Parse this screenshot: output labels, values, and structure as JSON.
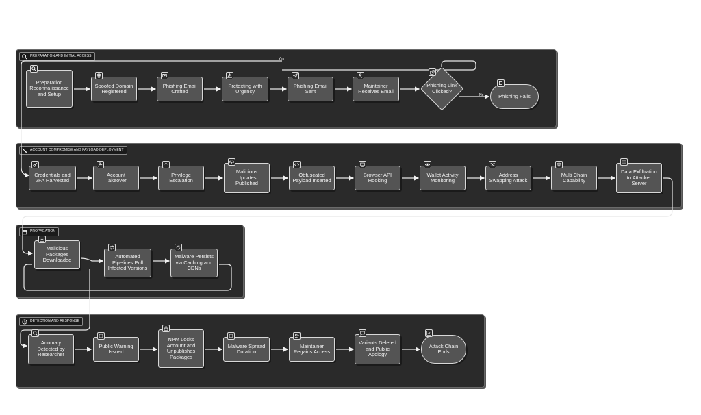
{
  "lanes": [
    {
      "title": "PREPARATION AND INITIAL ACCESS"
    },
    {
      "title": "ACCOUNT COMPROMISE AND PAYLOAD DEPLOYMENT"
    },
    {
      "title": "PROPAGATION"
    },
    {
      "title": "DETECTION AND RESPONSE"
    }
  ],
  "nodes": {
    "recon": "Preparation Reconna issance and Setup",
    "spoofed": "Spoofed Domain Registered",
    "crafted": "Phishing Email Crafted",
    "pretext": "Pretexting with Urgency",
    "sent": "Phishing Email Sent",
    "receives": "Maintainer Receives Email",
    "clicked": "Phishing Link Clicked?",
    "fails": "Phishing Fails",
    "creds": "Credentials and 2FA Harvested",
    "takeover": "Account Takeover",
    "escalation": "Privilege Escalation",
    "malicious_updates": "Malicious Updates Published",
    "obfuscated": "Obfuscated Payload Inserted",
    "hooking": "Browser API Hooking",
    "wallet": "Wallet Activity Monitoring",
    "swapping": "Address Swapping Attack",
    "multichain": "Multi Chain Capability",
    "exfil": "Data Exfiltration to Attacker Server",
    "downloaded": "Malicious Packages Downloaded",
    "pipelines": "Automated Pipelines Pull Infected Versions",
    "persists": "Malware Persists via Caching and CDNs",
    "anomaly": "Anomaly Detected by Researcher",
    "warning": "Public Warning Issued",
    "npm": "NPM Locks Account and Unpublishes Packages",
    "duration": "Malware Spread Duration",
    "regains": "Maintainer Regains Access",
    "variants": "Variants Deleted and Public Apology",
    "ends": "Attack Chain Ends"
  },
  "edges": {
    "yes": "Yes",
    "no": "No"
  }
}
